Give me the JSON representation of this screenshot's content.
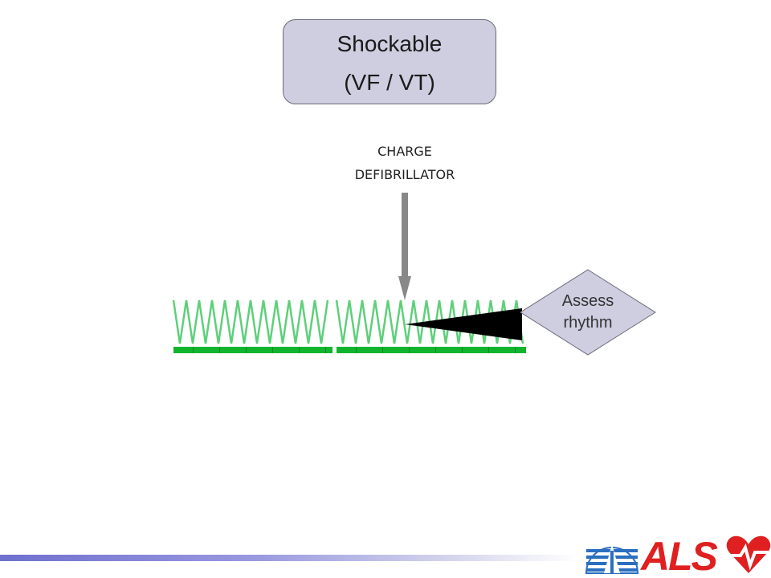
{
  "shockable_box": {
    "line1": "Shockable",
    "line2": "(VF / VT)"
  },
  "charge_label": {
    "line1": "CHARGE",
    "line2": "DEFIBRILLATOR"
  },
  "assess_diamond": {
    "line1": "Assess",
    "line2": "rhythm"
  },
  "logo": {
    "text": "ALS",
    "icon": "heart-icon"
  },
  "colors": {
    "box_fill": "#cfcde0",
    "ecg_wave": "#5ecf7a",
    "ecg_bar": "#11b52d",
    "arrow": "#888888",
    "diamond_fill": "#cfcde0",
    "logo_red": "#e02020",
    "logo_blue": "#2a6fc0"
  }
}
